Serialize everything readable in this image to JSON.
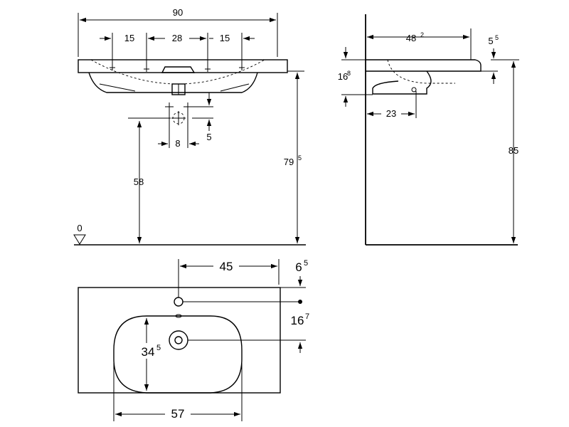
{
  "front_view": {
    "width": "90",
    "hole_spacing_left": "15",
    "hole_spacing_mid": "28",
    "hole_spacing_right": "15",
    "drain_offset": "8",
    "drain_drop": "5",
    "drain_height": "58",
    "total_height_main": "79",
    "total_height_sup": "5",
    "floor_label": "0"
  },
  "side_view": {
    "depth_main": "48",
    "depth_sup": "2",
    "rim_main": "5",
    "rim_sup": "5",
    "bowl_height_main": "16",
    "bowl_height_sup": "8",
    "drain_distance": "23",
    "overall_height": "85"
  },
  "top_view": {
    "tap_offset": "45",
    "edge_main": "6",
    "edge_sup": "5",
    "drain_depth_main": "16",
    "drain_depth_sup": "7",
    "bowl_depth_main": "34",
    "bowl_depth_sup": "5",
    "bowl_width": "57"
  }
}
